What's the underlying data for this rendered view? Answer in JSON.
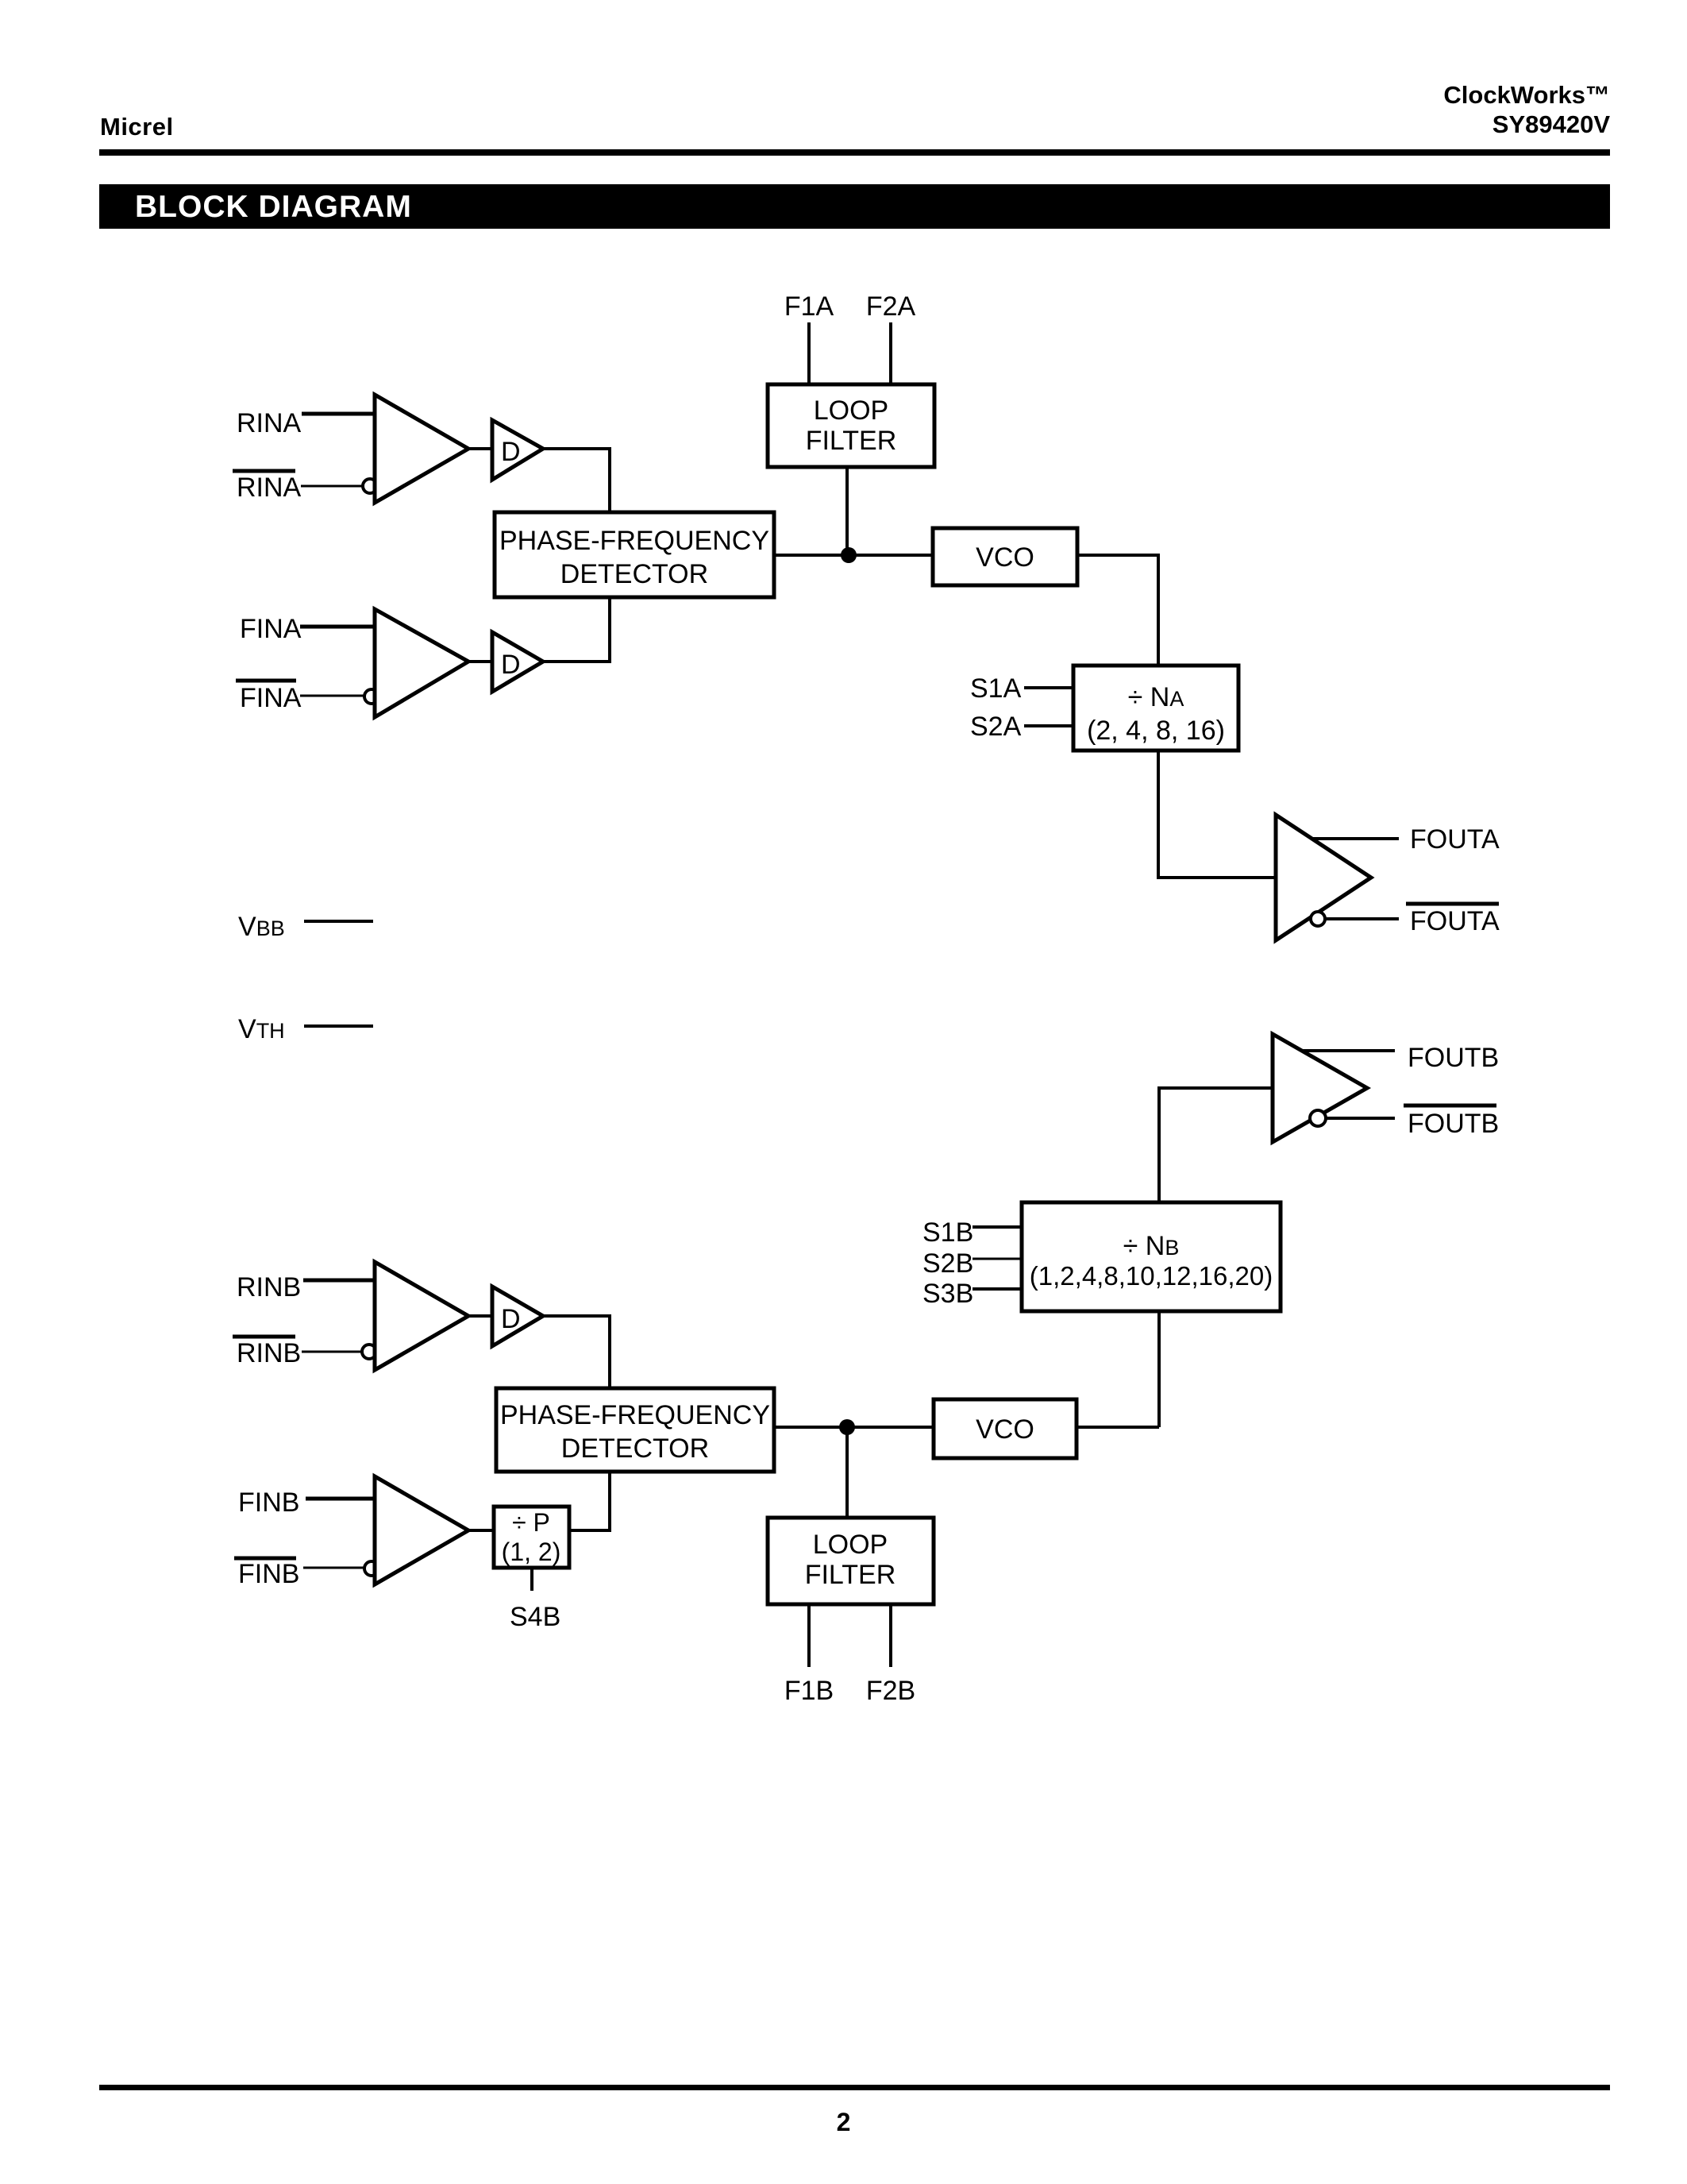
{
  "page": {
    "header": {
      "left_brand": "Micrel",
      "product_family": "ClockWorks™",
      "part_number": "SY89420V"
    },
    "section_title": "BLOCK DIAGRAM",
    "footer": {
      "page_number": "2"
    },
    "colors": {
      "ink": "#000000",
      "paper": "#ffffff",
      "section_bar_bg": "#000000",
      "section_bar_text": "#ffffff"
    }
  },
  "diagram": {
    "channel_a": {
      "rin": "RINA",
      "rin_bar": "RINA",
      "fin": "FINA",
      "fin_bar": "FINA",
      "delay": "D",
      "pfd_line1": "PHASE-FREQUENCY",
      "pfd_line2": "DETECTOR",
      "loop_line1": "LOOP",
      "loop_line2": "FILTER",
      "f1": "F1A",
      "f2": "F2A",
      "vco": "VCO",
      "divider_main": "÷ N",
      "divider_sub": "A",
      "divider_range": "(2, 4, 8, 16)",
      "s1": "S1A",
      "s2": "S2A",
      "fout": "FOUTA",
      "fout_bar": "FOUTA"
    },
    "channel_b": {
      "rin": "RINB",
      "rin_bar": "RINB",
      "fin": "FINB",
      "fin_bar": "FINB",
      "delay": "D",
      "pfd_line1": "PHASE-FREQUENCY",
      "pfd_line2": "DETECTOR",
      "loop_line1": "LOOP",
      "loop_line2": "FILTER",
      "f1": "F1B",
      "f2": "F2B",
      "vco": "VCO",
      "divider_main": "÷ N",
      "divider_sub": "B",
      "divider_range": "(1,2,4,8,10,12,16,20)",
      "prescaler_main": "÷ P",
      "prescaler_range": "(1, 2)",
      "s1": "S1B",
      "s2": "S2B",
      "s3": "S3B",
      "s4": "S4B",
      "fout": "FOUTB",
      "fout_bar": "FOUTB"
    },
    "references": {
      "vbb_main": "V",
      "vbb_sub": "BB",
      "vth_main": "V",
      "vth_sub": "TH"
    }
  }
}
